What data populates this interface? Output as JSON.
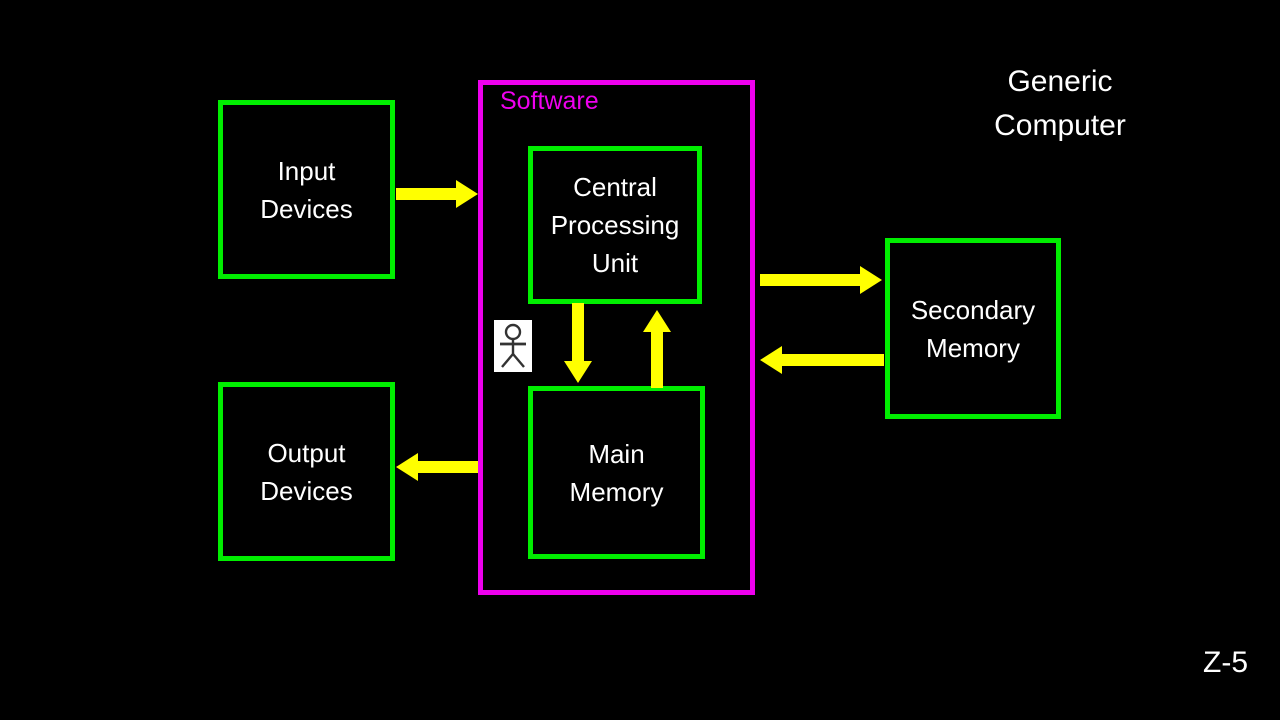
{
  "slide": {
    "title": "Generic\nComputer",
    "number": "Z-5",
    "background_color": "#000000"
  },
  "colors": {
    "box_border_green": "#00ee00",
    "container_border_magenta": "#ee00ee",
    "arrow_yellow": "#ffff00",
    "text_white": "#ffffff",
    "software_label_magenta": "#ee00ee"
  },
  "diagram": {
    "container": {
      "label": "Software",
      "icon_name": "user-stick-figure-icon"
    },
    "components": [
      {
        "id": "input-devices",
        "label": "Input\nDevices"
      },
      {
        "id": "output-devices",
        "label": "Output\nDevices"
      },
      {
        "id": "cpu",
        "label": "Central\nProcessing\nUnit"
      },
      {
        "id": "main-memory",
        "label": "Main\nMemory"
      },
      {
        "id": "secondary-memory",
        "label": "Secondary\nMemory"
      }
    ],
    "connections": [
      {
        "id": "input-to-software",
        "from": "input-devices",
        "to": "software",
        "direction": "right"
      },
      {
        "id": "software-to-output",
        "from": "main-memory",
        "to": "output-devices",
        "direction": "left"
      },
      {
        "id": "cpu-to-main-memory",
        "from": "cpu",
        "to": "main-memory",
        "direction": "down"
      },
      {
        "id": "main-memory-to-cpu",
        "from": "main-memory",
        "to": "cpu",
        "direction": "up"
      },
      {
        "id": "software-to-secondary",
        "from": "software",
        "to": "secondary-memory",
        "direction": "right"
      },
      {
        "id": "secondary-to-software",
        "from": "secondary-memory",
        "to": "software",
        "direction": "left"
      }
    ]
  }
}
